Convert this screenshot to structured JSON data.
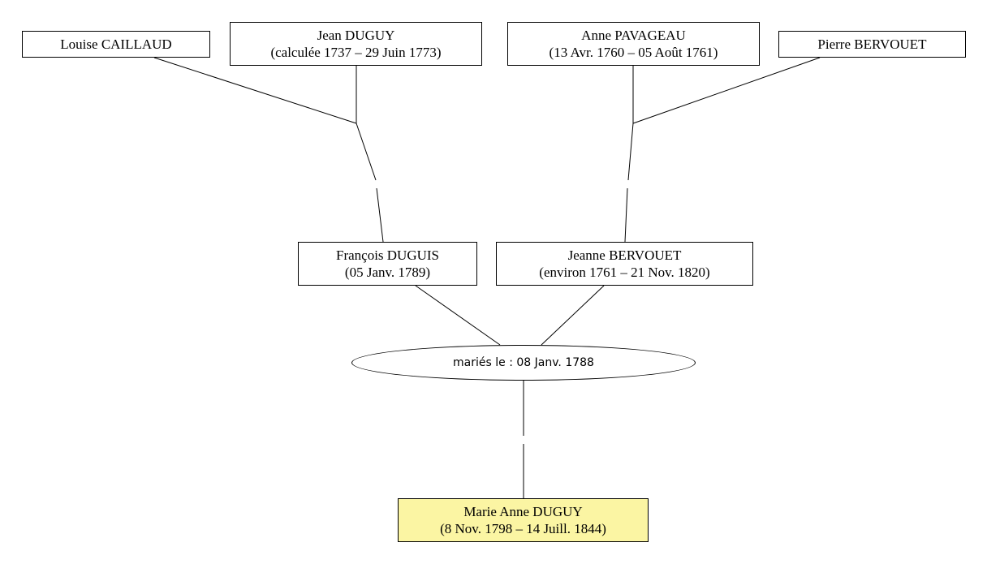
{
  "people": {
    "louise": {
      "name": "Louise CAILLAUD",
      "dates": ""
    },
    "jean": {
      "name": "Jean DUGUY",
      "dates": "(calculée 1737 – 29 Juin 1773)"
    },
    "anne": {
      "name": "Anne PAVAGEAU",
      "dates": "(13 Avr. 1760 – 05 Août 1761)"
    },
    "pierre": {
      "name": "Pierre BERVOUET",
      "dates": ""
    },
    "francois": {
      "name": "François DUGUIS",
      "dates": "(05 Janv. 1789)"
    },
    "jeanne": {
      "name": "Jeanne BERVOUET",
      "dates": "(environ 1761 – 21 Nov. 1820)"
    },
    "marie": {
      "name": "Marie Anne DUGUY",
      "dates": "(8 Nov. 1798 – 14 Juill. 1844)"
    }
  },
  "union": {
    "label": "mariés le : 08 Janv. 1788"
  },
  "colors": {
    "root_fill": "#fbf5a3",
    "stroke": "#000000"
  }
}
